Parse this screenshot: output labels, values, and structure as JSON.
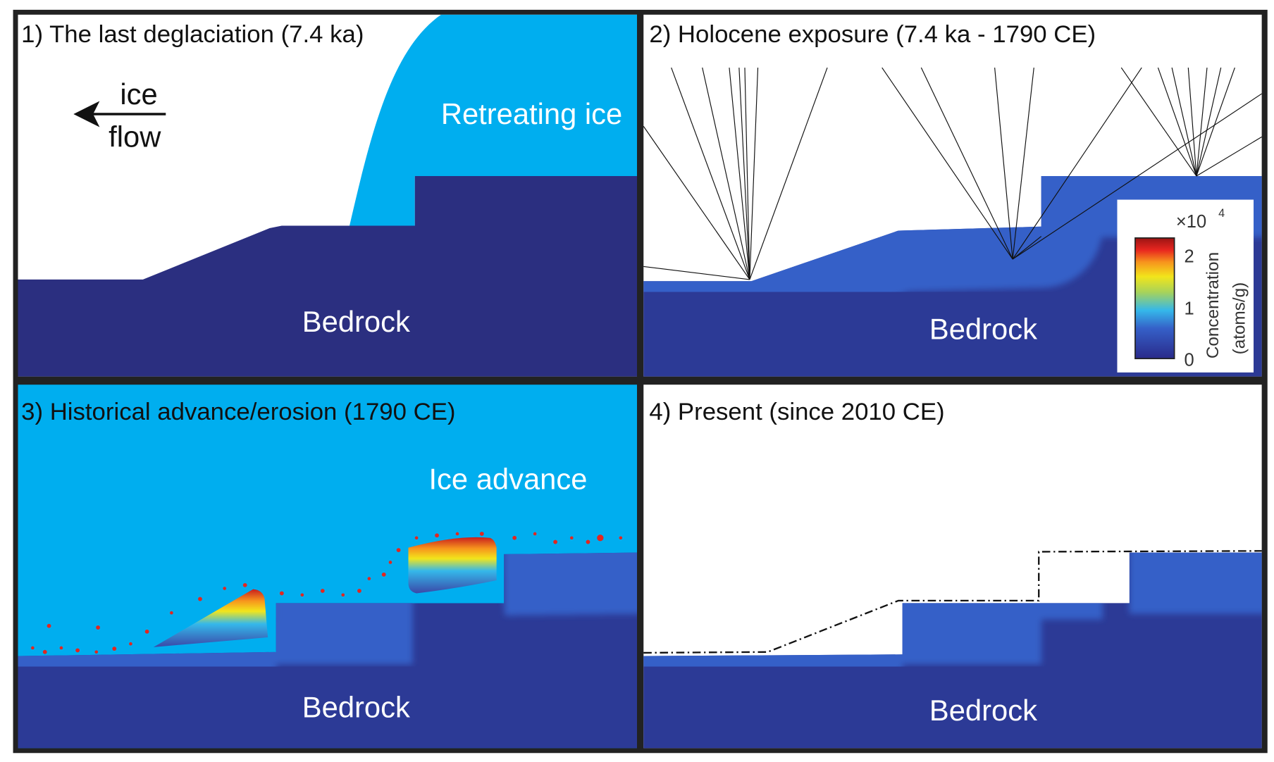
{
  "panels": [
    {
      "title": "1) The last deglaciation (7.4 ka)",
      "ice_label": "Retreating ice",
      "rock_label": "Bedrock",
      "arrow_top": "ice",
      "arrow_bottom": "flow"
    },
    {
      "title": "2) Holocene exposure (7.4 ka - 1790 CE)",
      "rock_label": "Bedrock"
    },
    {
      "title": "3) Historical advance/erosion (1790 CE)",
      "ice_label": "Ice advance",
      "rock_label": "Bedrock"
    },
    {
      "title": "4) Present (since 2010 CE)",
      "rock_label": "Bedrock"
    }
  ],
  "colorbar": {
    "multiplier": "×10",
    "exponent": "4",
    "label_line1": "Concentration",
    "label_line2": "(atoms/g)",
    "ticks": [
      "0",
      "1",
      "2"
    ],
    "range": [
      0,
      2.3
    ]
  },
  "colors": {
    "ice": "#00aeef",
    "bedrock_dark": "#2b2f80",
    "bedrock": "#2c3a96",
    "frame": "#222222"
  }
}
